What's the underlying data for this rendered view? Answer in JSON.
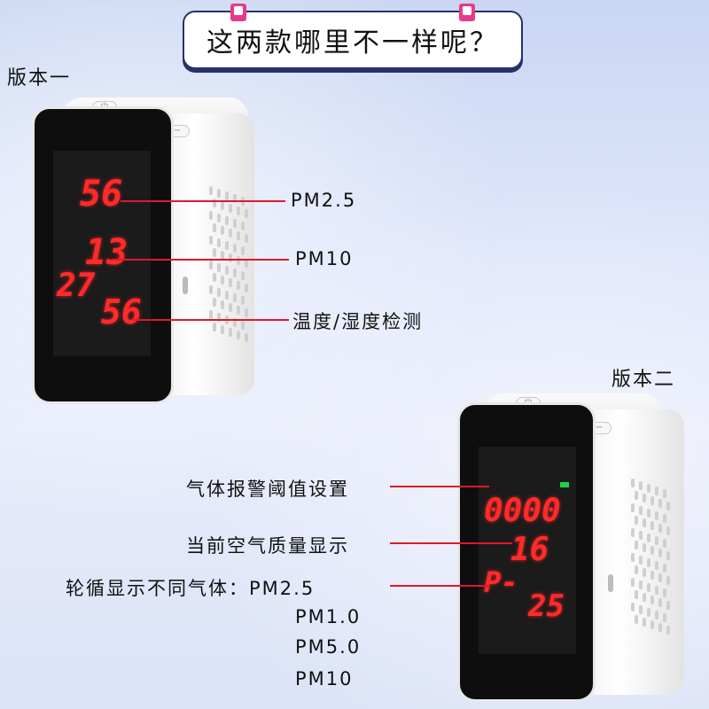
{
  "title": "这两款哪里不一样呢？",
  "version1": {
    "label": "版本一",
    "display": {
      "row1": "56",
      "row2": "13",
      "row3a": "27",
      "row3b": "56"
    },
    "callouts": [
      "PM2.5",
      "PM10",
      "温度/湿度检测"
    ]
  },
  "version2": {
    "label": "版本二",
    "display": {
      "row1": "0000",
      "row2": "16",
      "row3a": "P-",
      "row3b": "25"
    },
    "callouts": [
      "气体报警阈值设置",
      "当前空气质量显示",
      "轮循显示不同气体：PM2.5"
    ],
    "gas_list": [
      "PM1.0",
      "PM5.0",
      "PM10"
    ]
  },
  "buttons": {
    "power": "⏻",
    "plus": "+",
    "minus": "−"
  },
  "colors": {
    "accent": "#e0182b",
    "title_border": "#2a2f6d",
    "clip": "#e63b8c",
    "led": "#ff2a2a",
    "indicator": "#22d04a"
  }
}
